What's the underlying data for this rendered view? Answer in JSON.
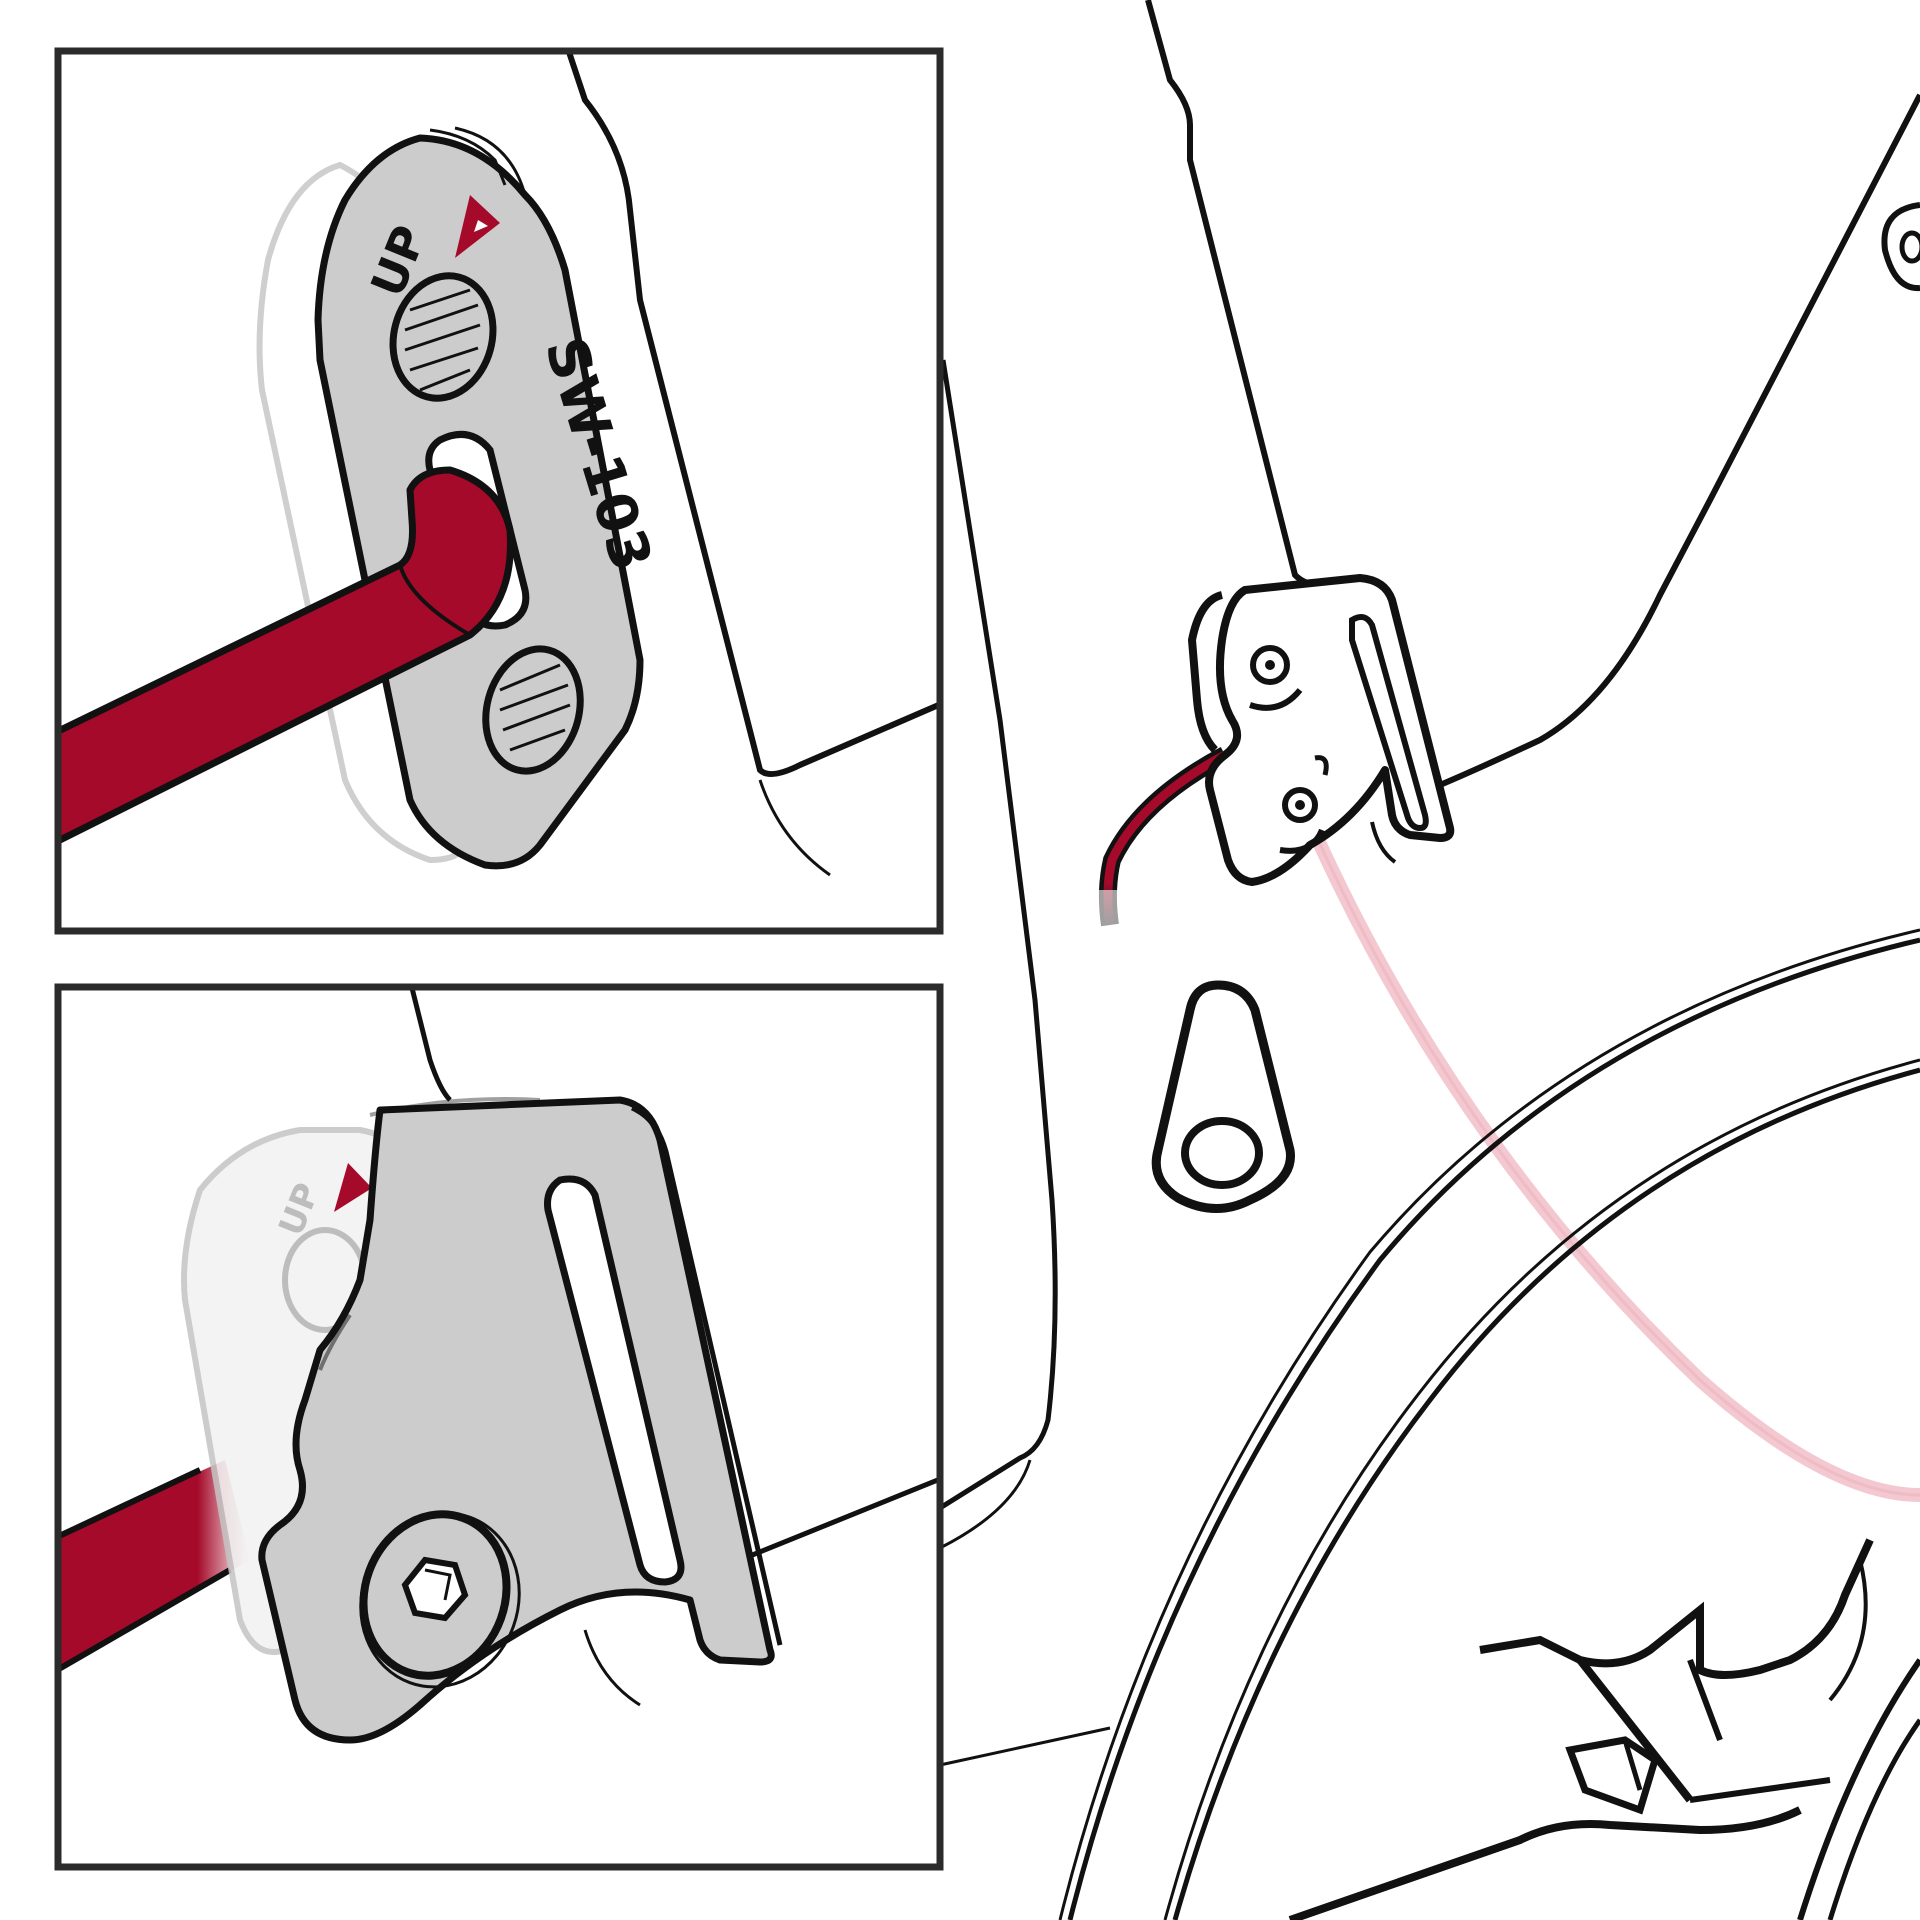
{
  "colors": {
    "line": "#111111",
    "accent": "#a50a2a",
    "metal": "#cccccc",
    "ghost": "#bdbdbd",
    "background": "#ffffff",
    "frame": "#2b2b2b"
  },
  "inset_top": {
    "plate_mark_text": "UP",
    "part_code": "SW-103",
    "arrow_icon": "up-arrow-triangle-icon"
  },
  "inset_bottom": {
    "plate_mark_text": "UP",
    "arrow_icon": "up-arrow-triangle-icon",
    "bolt_icon": "hex-socket-bolt-icon"
  },
  "main_view": {
    "hanger_icon": "derailleur-hanger-icon",
    "cable_icon": "derailleur-cable-icon"
  }
}
